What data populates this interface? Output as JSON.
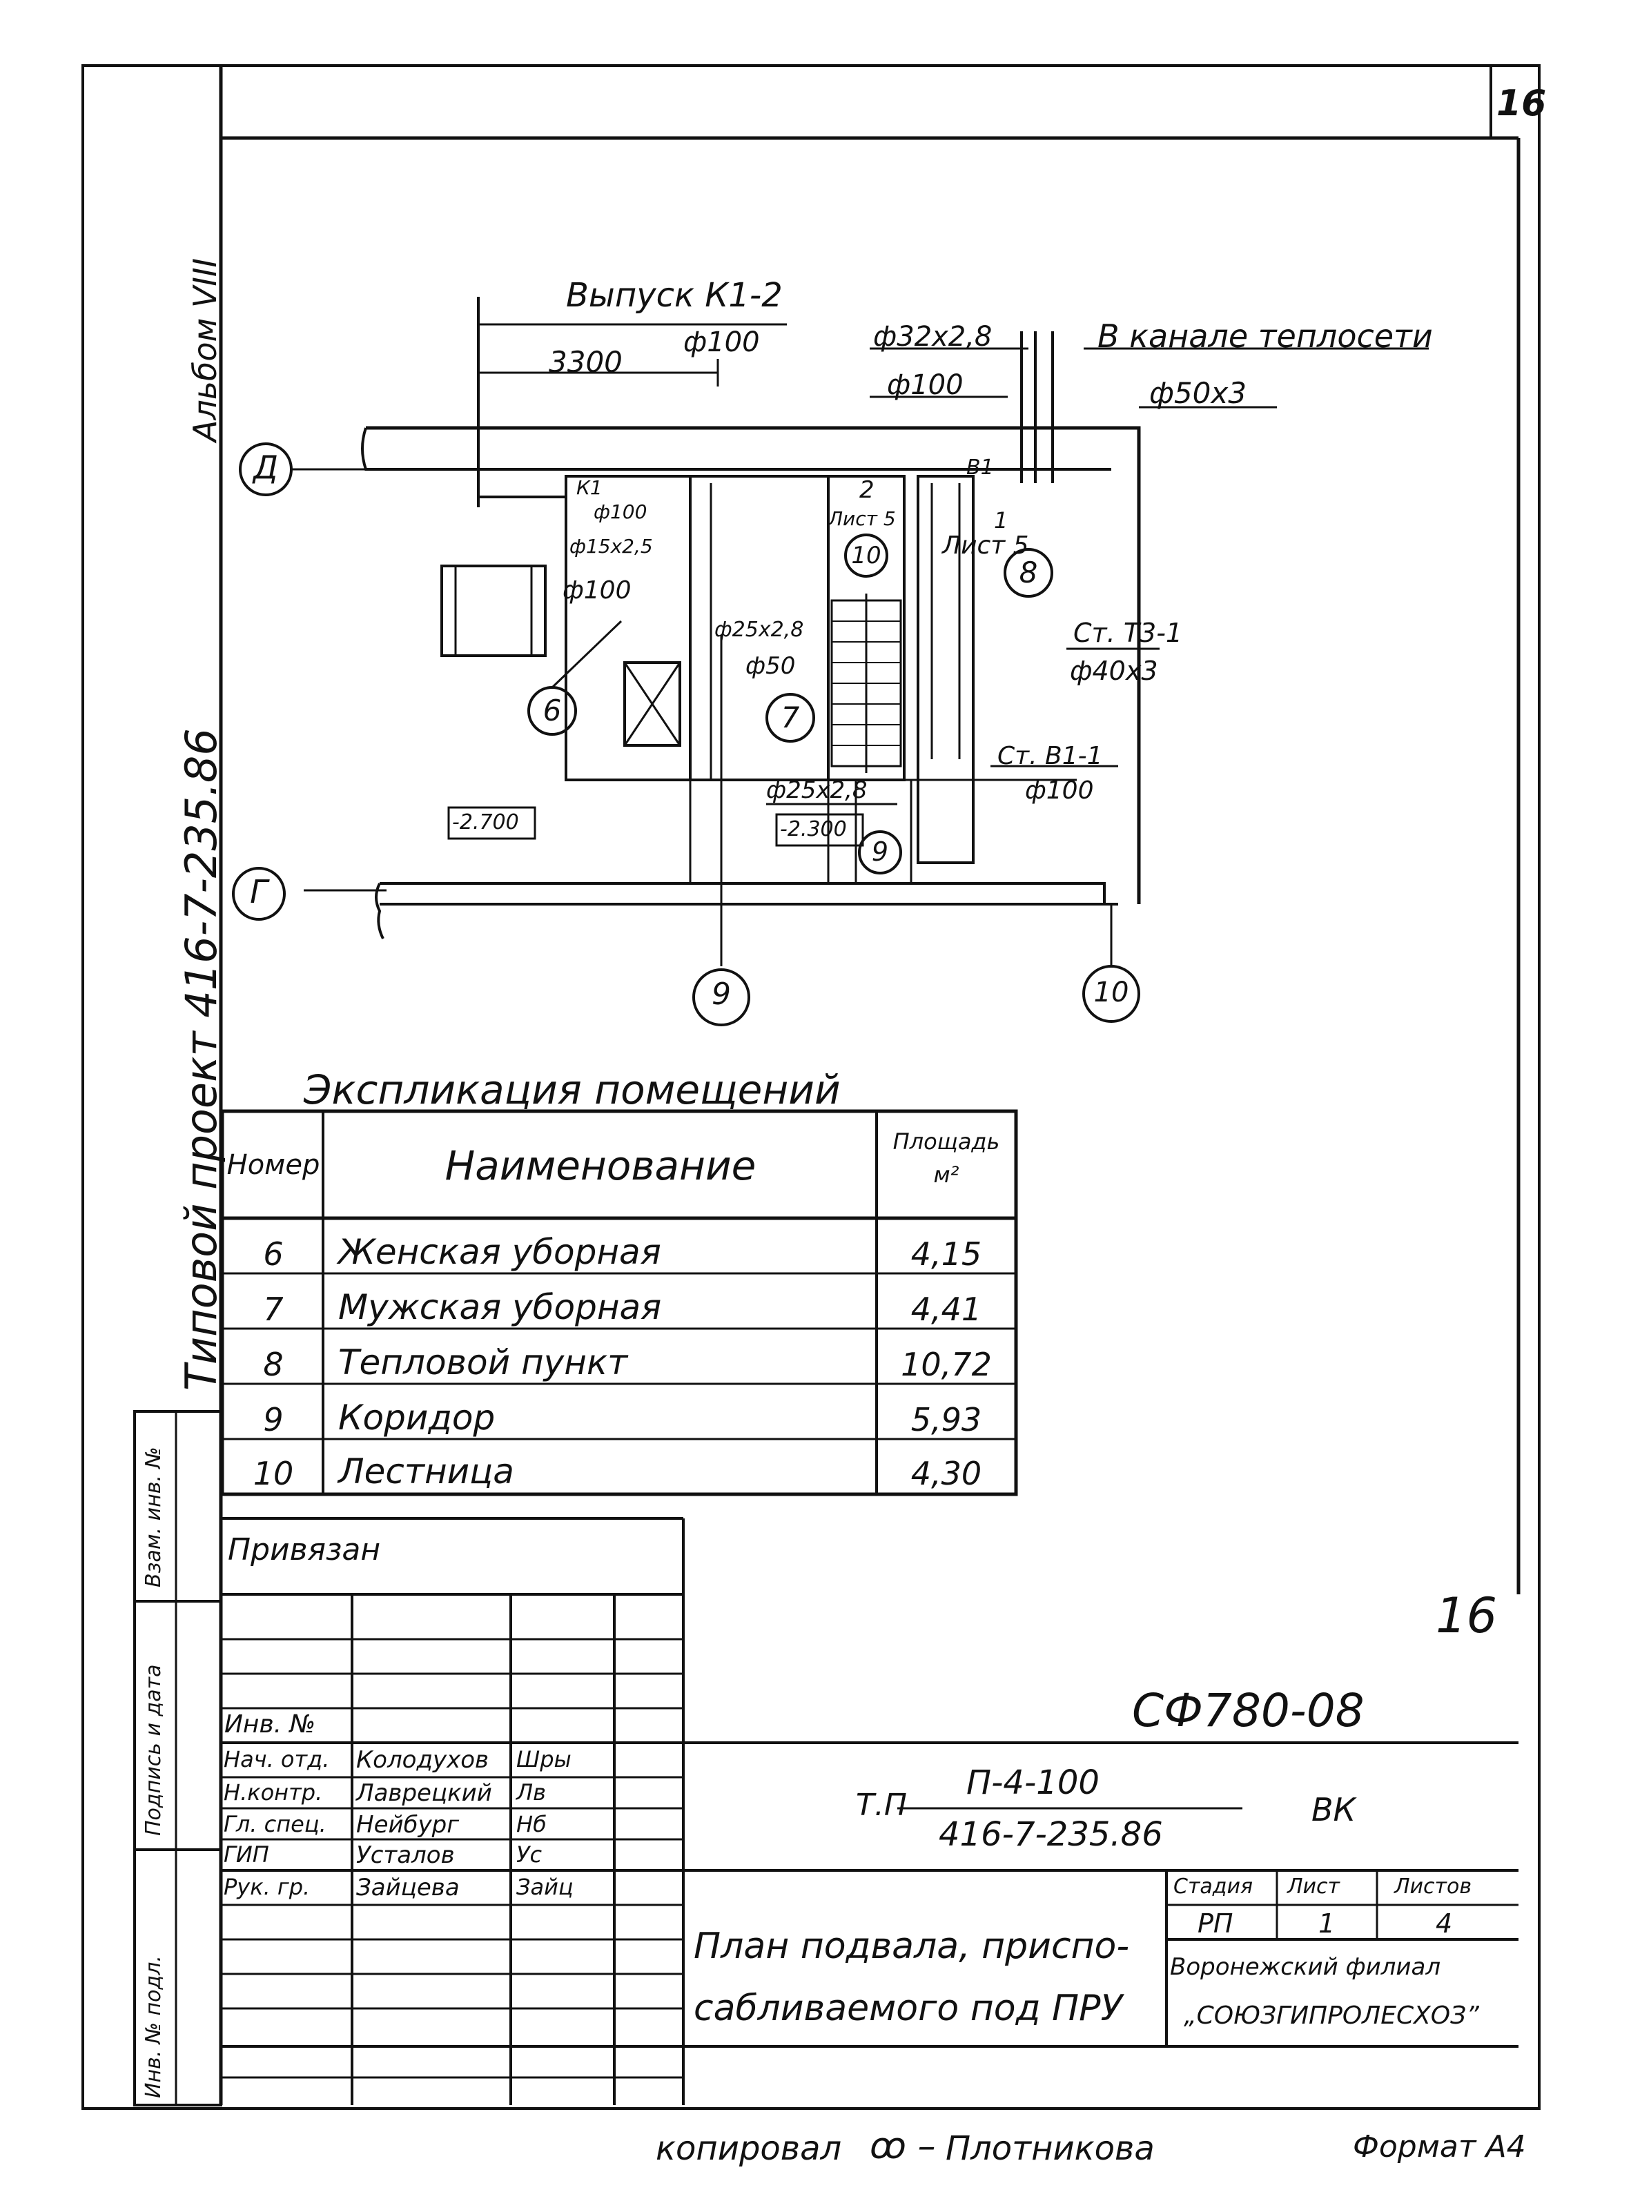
{
  "sheet": {
    "page_number": "16",
    "album": "Альбом VIII",
    "project_vertical": "Типовой проект 416-7-235.86",
    "copied_by": "копировал",
    "copier_name": "Плотникова",
    "format": "Формат А4",
    "handwritten_number": "16"
  },
  "plan": {
    "outlet_label": "Выпуск К1-2",
    "outlet_dia": "ф100",
    "dim_3300": "3300",
    "pipe_32": "ф32х2,8",
    "pipe_100_top": "ф100",
    "channel_label": "В канале теплосети",
    "pipe_50": "ф50х3",
    "axis_d": "Д",
    "axis_g": "Г",
    "axis_9": "9",
    "axis_10": "10",
    "room_6": "6",
    "room_7": "7",
    "room_8": "8",
    "room_9": "9",
    "room_10": "10",
    "pipe_k1": "К1",
    "pipe_100_a": "ф100",
    "pipe_15": "ф15х2,5",
    "pipe_100_b": "ф100",
    "pipe_25a": "ф25х2,8",
    "pipe_50b": "ф50",
    "list5_a": "Лист 5",
    "list5_b": "Лист 5",
    "num_2": "2",
    "num_1": "1",
    "b1": "В1",
    "st_t3": "Ст. Т3-1",
    "pipe_40": "ф40х3",
    "st_b1": "Ст. В1-1",
    "pipe_100_c": "ф100",
    "pipe_25b": "ф25х2,8",
    "level_1": "-2.700",
    "level_2": "-2.300"
  },
  "explication": {
    "title": "Экспликация помещений",
    "headers": [
      "Номер",
      "Наименование",
      "Площадь м²"
    ],
    "rows": [
      {
        "num": "6",
        "name": "Женская уборная",
        "area": "4,15"
      },
      {
        "num": "7",
        "name": "Мужская уборная",
        "area": "4,41"
      },
      {
        "num": "8",
        "name": "Тепловой пункт",
        "area": "10,72"
      },
      {
        "num": "9",
        "name": "Коридор",
        "area": "5,93"
      },
      {
        "num": "10",
        "name": "Лестница",
        "area": "4,30"
      }
    ]
  },
  "side_stamp": {
    "col1": "Взам. инв. №",
    "col2": "Подпись и дата",
    "col3": "Инв. № подл."
  },
  "title_block": {
    "privyazan": "Привязан",
    "inv_no": "Инв. №",
    "code": "СФ780-08",
    "people": [
      {
        "role": "Нач. отд.",
        "name": "Колодухов",
        "sign": "Шры"
      },
      {
        "role": "Н.контр.",
        "name": "Лаврецкий",
        "sign": "Лв"
      },
      {
        "role": "Гл. спец.",
        "name": "Нейбург",
        "sign": "Нб"
      },
      {
        "role": "ГИП",
        "name": "Усталов",
        "sign": "Ус"
      },
      {
        "role": "Рук. гр.",
        "name": "Зайцева",
        "sign": "Зайц"
      }
    ],
    "tp_prefix": "Т.П",
    "tp_numerator": "П-4-100",
    "tp_denominator": "416-7-235.86",
    "tp_suffix": "ВК",
    "sheet_title_1": "План подвала, приспо-",
    "sheet_title_2": "сабливаемого под ПРУ",
    "stage_label": "Стадия",
    "list_label": "Лист",
    "lists_label": "Листов",
    "stage_value": "РП",
    "list_value": "1",
    "lists_value": "4",
    "org_1": "Воронежский филиал",
    "org_2": "„СОЮЗГИПРОЛЕСХОЗ”"
  }
}
